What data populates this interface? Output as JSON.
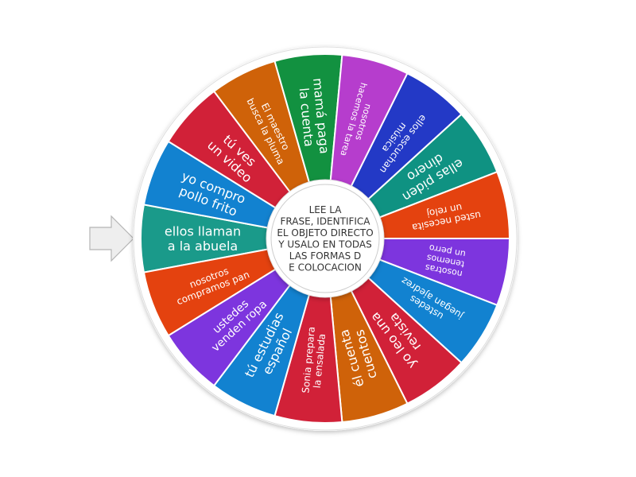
{
  "wheel": {
    "center_text_lines": [
      "LEE LA",
      "FRASE, IDENTIFICA",
      "EL OBJETO DIRECTO",
      "Y USALO EN TODAS",
      "LAS FORMAS D",
      "E COLOCACION"
    ],
    "pointer_icon": "arrow-right-icon",
    "segments": [
      {
        "lines": [
          "ellos llaman",
          "a la abuela"
        ],
        "color": "#1a9a8a",
        "size": 16
      },
      {
        "lines": [
          "yo compro",
          "pollo frito"
        ],
        "color": "#1282d0",
        "size": 16
      },
      {
        "lines": [
          "tú ves",
          "un video"
        ],
        "color": "#d12138",
        "size": 16
      },
      {
        "lines": [
          "El maestro",
          "busca la pluma"
        ],
        "color": "#cf6209",
        "size": 12
      },
      {
        "lines": [
          "mamá paga",
          "la cuenta"
        ],
        "color": "#129140",
        "size": 16
      },
      {
        "lines": [
          "nosotros",
          "hacemos la tarea"
        ],
        "color": "#b63dcd",
        "size": 11
      },
      {
        "lines": [
          "ellos escuchan",
          "música"
        ],
        "color": "#2339c6",
        "size": 12
      },
      {
        "lines": [
          "ellas piden",
          "dinero"
        ],
        "color": "#0f9282",
        "size": 16
      },
      {
        "lines": [
          "usted necesita",
          "un reloj"
        ],
        "color": "#e4420f",
        "size": 12
      },
      {
        "lines": [
          "nosotras",
          "tenemos",
          "un perro"
        ],
        "color": "#7d35de",
        "size": 11
      },
      {
        "lines": [
          "ustedes",
          "juegan ajedrez"
        ],
        "color": "#1282d0",
        "size": 12
      },
      {
        "lines": [
          "yo leo una",
          "revista"
        ],
        "color": "#d12138",
        "size": 16
      },
      {
        "lines": [
          "él cuenta",
          "cuentos"
        ],
        "color": "#cf6209",
        "size": 16
      },
      {
        "lines": [
          "Sonia prepara",
          "la ensalada"
        ],
        "color": "#d12138",
        "size": 12
      },
      {
        "lines": [
          "tú estudias",
          "español"
        ],
        "color": "#1282d0",
        "size": 16
      },
      {
        "lines": [
          "ustedes",
          "venden ropa"
        ],
        "color": "#7d35de",
        "size": 14
      },
      {
        "lines": [
          "nosotros",
          "compramos pan"
        ],
        "color": "#e4420f",
        "size": 12
      }
    ]
  }
}
